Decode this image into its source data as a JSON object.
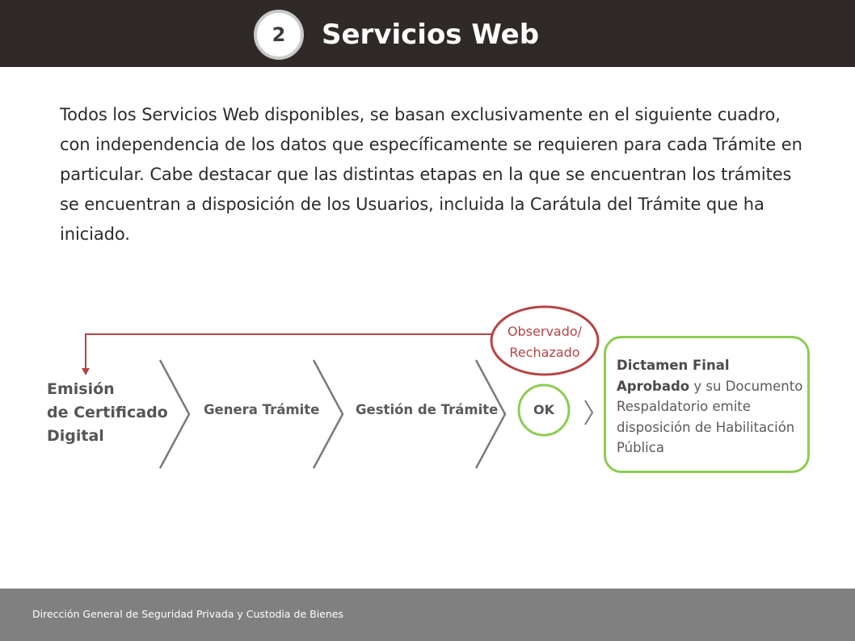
{
  "header": {
    "step_number": "2",
    "title": "Servicios Web"
  },
  "intro": {
    "paragraph": "Todos los Servicios Web disponibles, se basan exclusivamente en el siguiente cuadro, con independencia de los datos que específicamente se requieren para cada Trámite en particular. Cabe destacar que las distintas etapas en la que se encuentran los trámites se encuentran a disposición de los Usuarios, incluida la Carátula del Trámite que ha iniciado."
  },
  "diagram": {
    "first_step_lines": [
      "Emisión",
      "de Certificado",
      "Digital"
    ],
    "steps": [
      "Genera Trámite",
      "Gestión de Trámite"
    ],
    "observed_lines": [
      "Observado/",
      "Rechazado"
    ],
    "ok_label": "OK",
    "final_bold": "Dictamen Final Aprobado",
    "final_rest": "y su Documento Respaldatorio emite disposición de Habilitación Pública",
    "colors": {
      "arrow": "#7a7a7a",
      "observed": "#b54545",
      "ok": "#8ccc52"
    }
  },
  "footer": {
    "text": "Dirección General de Seguridad Privada y Custodia de Bienes"
  }
}
